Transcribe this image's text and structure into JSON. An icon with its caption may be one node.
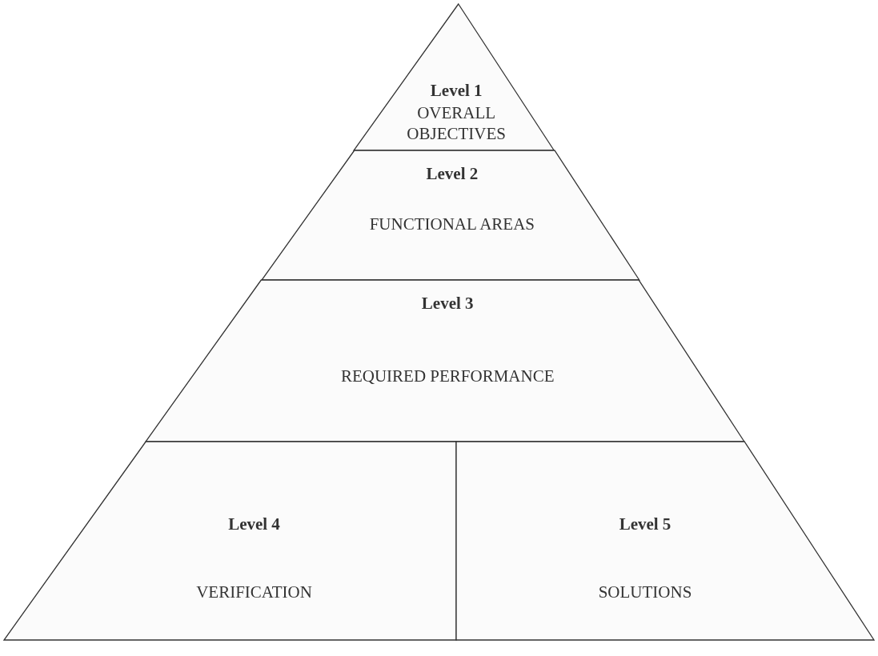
{
  "diagram": {
    "nodes": [
      {
        "text": [
          "Level 1",
          "OVERALL OBJECTIVES"
        ]
      },
      {
        "text": [
          "Level 2",
          "FUNCTIONAL AREAS"
        ]
      },
      {
        "text": [
          "Level 3",
          "REQUIRED PERFORMANCE"
        ]
      },
      {
        "text": [
          "Level 4",
          "VERIFICATION"
        ]
      },
      {
        "text": [
          "Level 5",
          "SOLUTIONS"
        ]
      }
    ]
  }
}
